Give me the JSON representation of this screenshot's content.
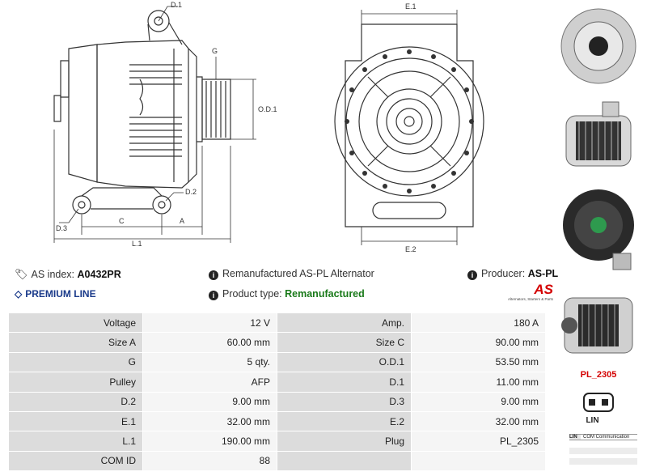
{
  "drawing": {
    "labels": {
      "d1": "D.1",
      "g": "G",
      "od1": "O.D.1",
      "d2": "D.2",
      "d3": "D.3",
      "c": "C",
      "a": "A",
      "l1": "L.1",
      "e1_top": "E.1",
      "e2_bottom": "E.2"
    }
  },
  "info": {
    "as_index_label": "AS index:",
    "as_index_value": "A0432PR",
    "description": "Remanufactured AS-PL Alternator",
    "producer_label": "Producer:",
    "producer_value": "AS-PL",
    "premium_line": "PREMIUM LINE",
    "product_type_label": "Product type:",
    "product_type_value": "Remanufactured",
    "brand_logo": "AS",
    "brand_tagline": "Alternators, Starters & Parts"
  },
  "specs": [
    [
      "Voltage",
      "12 V",
      "Amp.",
      "180 A"
    ],
    [
      "Size A",
      "60.00 mm",
      "Size C",
      "90.00 mm"
    ],
    [
      "G",
      "5 qty.",
      "O.D.1",
      "53.50 mm"
    ],
    [
      "Pulley",
      "AFP",
      "D.1",
      "11.00 mm"
    ],
    [
      "D.2",
      "9.00 mm",
      "D.3",
      "9.00 mm"
    ],
    [
      "E.1",
      "32.00 mm",
      "E.2",
      "32.00 mm"
    ],
    [
      "L.1",
      "190.00 mm",
      "Plug",
      "PL_2305"
    ],
    [
      "COM ID",
      "88",
      "",
      ""
    ]
  ],
  "sidebar": {
    "plug_code": "PL_2305",
    "plug_type": "LIN",
    "com_col1": "LIN",
    "com_col2": "COM Communication"
  },
  "colors": {
    "plug_code": "#d40000",
    "product_type": "#1a7a1a",
    "premium": "#1a3a8a",
    "logo": "#d40000"
  }
}
